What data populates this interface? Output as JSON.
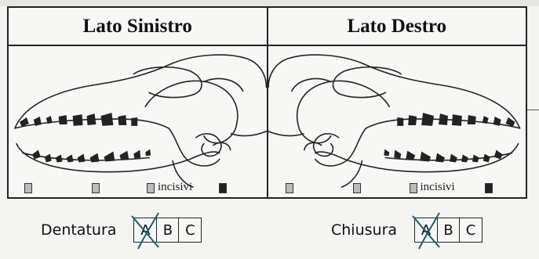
{
  "header": {
    "left_title": "Lato Sinistro",
    "right_title": "Lato Destro"
  },
  "panels": {
    "incisivi_label": "incisivi"
  },
  "scores": {
    "dentatura": {
      "label": "Dentatura",
      "options": [
        "A",
        "B",
        "C"
      ],
      "selected": "A"
    },
    "chiusura": {
      "label": "Chiusura",
      "options": [
        "A",
        "B",
        "C"
      ],
      "selected": "A"
    }
  },
  "colors": {
    "cross_mark": "#1f5a70",
    "ink": "#111111"
  }
}
